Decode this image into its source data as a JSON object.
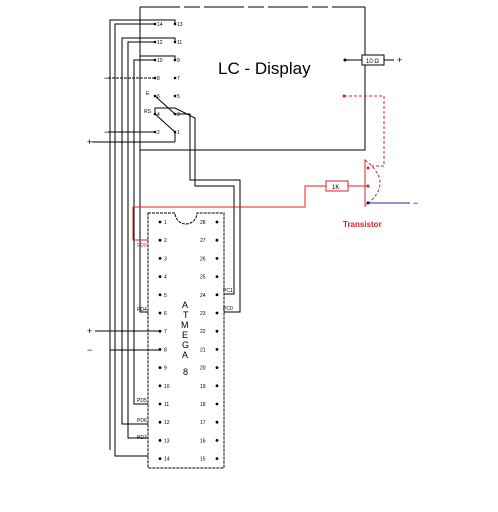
{
  "display": {
    "title": "LC - Display",
    "resistor_label": "10 Ω",
    "plus_sign": "+",
    "pins": [
      {
        "num": "14"
      },
      {
        "num": "13"
      },
      {
        "num": "12"
      },
      {
        "num": "11"
      },
      {
        "num": "10"
      },
      {
        "num": "9"
      },
      {
        "num": "8"
      },
      {
        "num": "7"
      },
      {
        "num": "6"
      },
      {
        "num": "5"
      },
      {
        "num": "4"
      },
      {
        "num": "3"
      },
      {
        "num": "2"
      },
      {
        "num": "1"
      }
    ],
    "pin_labels": {
      "e": "E",
      "rs": "RS"
    }
  },
  "left_signs": {
    "s1": "−",
    "s2": "−",
    "s3": "+"
  },
  "transistor": {
    "label": "Transistor",
    "resistor": "1K",
    "minus": "−"
  },
  "chip": {
    "letters": [
      "A",
      "T",
      "M",
      "E",
      "G",
      "A",
      "8"
    ],
    "left_pins": [
      "1",
      "2",
      "3",
      "4",
      "5",
      "6",
      "7",
      "8",
      "9",
      "10",
      "11",
      "12",
      "13",
      "14"
    ],
    "right_pins": [
      "28",
      "27",
      "26",
      "25",
      "24",
      "23",
      "22",
      "21",
      "20",
      "19",
      "18",
      "17",
      "16",
      "15"
    ],
    "port_labels": {
      "pd0": "PD0",
      "pd4": "PD4",
      "pd5": "PD5",
      "pd6": "PD6",
      "pd7": "PD7",
      "pc1": "PC1",
      "pc0": "PC0"
    },
    "vcc_sign": "+",
    "gnd_sign": "−"
  }
}
